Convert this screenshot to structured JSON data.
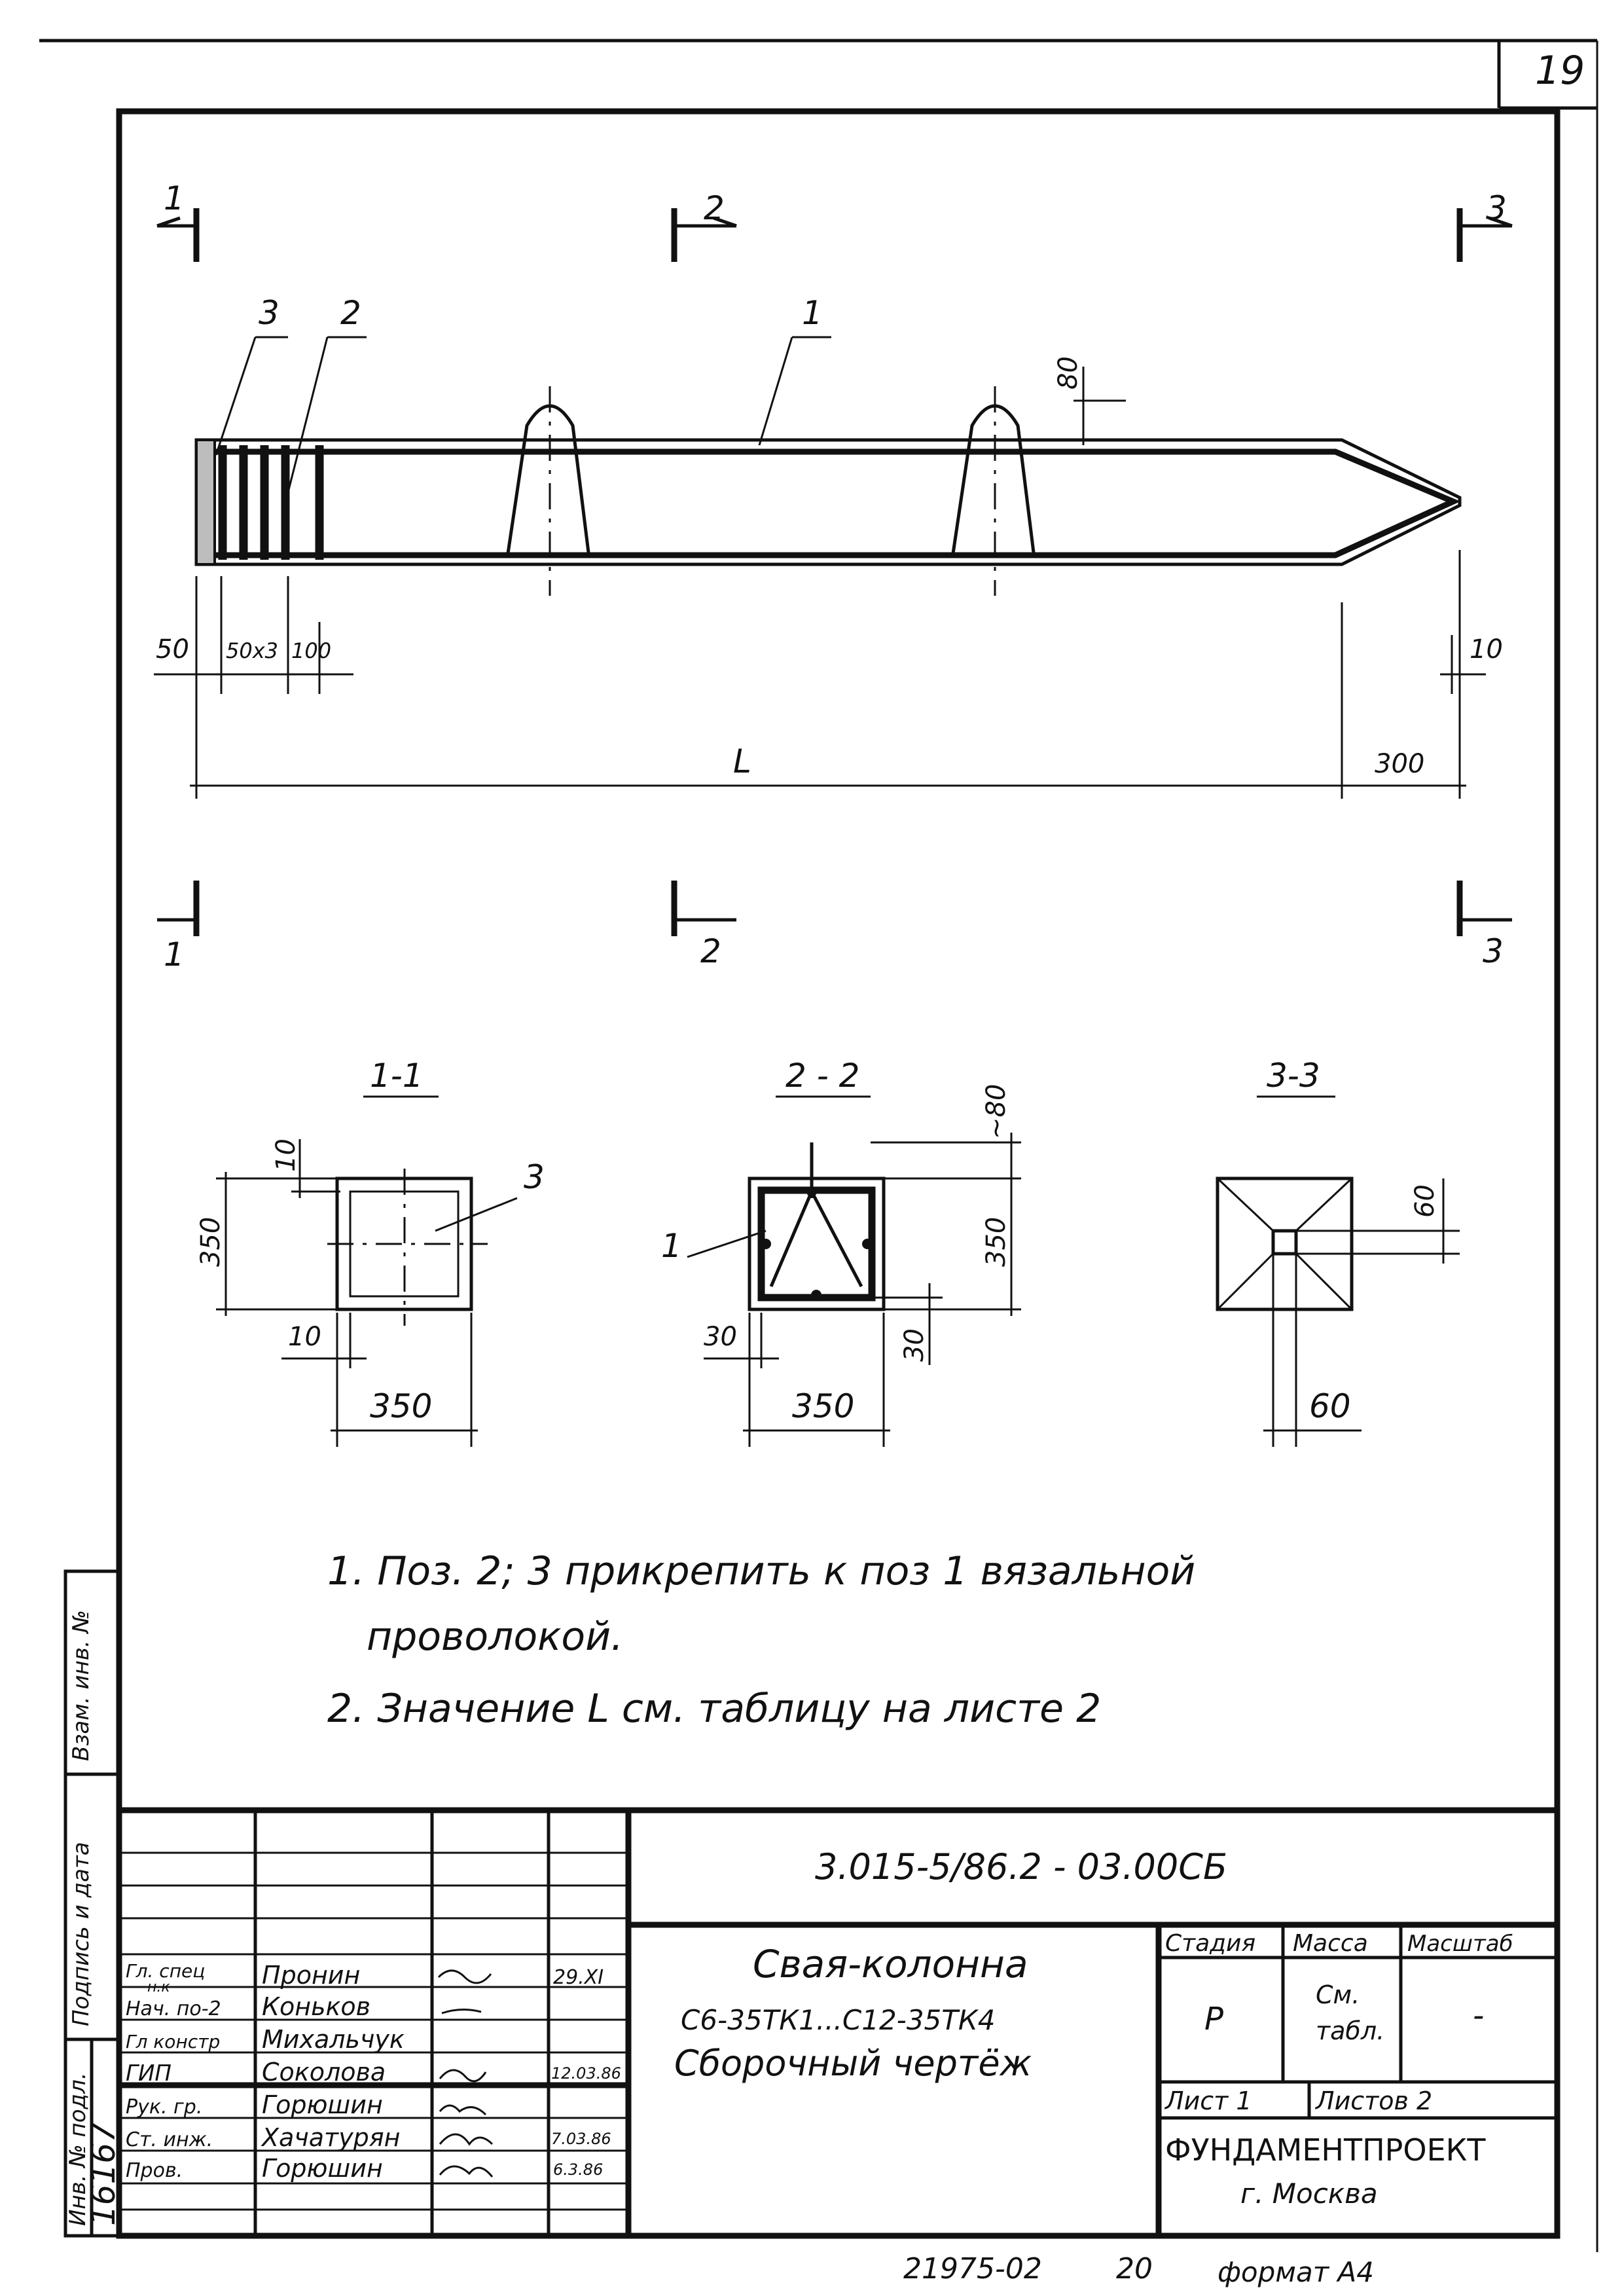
{
  "sheet": {
    "page_number": "19",
    "document_code": "3.015-5/86.2 - 03.00СБ",
    "bottom_number": "21975-02",
    "bottom_sheet": "20",
    "format_label": "формат А4"
  },
  "section_marks": [
    {
      "id": "1",
      "label": "1"
    },
    {
      "id": "2",
      "label": "2"
    },
    {
      "id": "3",
      "label": "3"
    }
  ],
  "elevation": {
    "leaders": [
      "3",
      "2",
      "1"
    ],
    "dims": {
      "top_offset": "80",
      "left_start": "50",
      "spacing": "50x3",
      "gap": "100",
      "length": "L",
      "tip_length": "300",
      "tip_end": "10"
    }
  },
  "sections": {
    "s11": {
      "title": "1-1",
      "leader": "3",
      "d_top": "10",
      "d_side": "350",
      "d_bottom_gap": "10",
      "d_width": "350"
    },
    "s22": {
      "title": "2 - 2",
      "leader": "1",
      "d_top": "~80",
      "d_side": "350",
      "d_cover_v": "30",
      "d_cover_h": "30",
      "d_width": "350"
    },
    "s33": {
      "title": "3-3",
      "d_right": "60",
      "d_bottom": "60"
    }
  },
  "notes": [
    "1. Поз. 2; 3 прикрепить к поз 1 вязальной",
    "проволокой.",
    "2. Значение L см. таблицу на листе 2"
  ],
  "side_stamp": {
    "inv_sub": "Взам. инв. №",
    "sign_date": "Подпись и дата",
    "inv_orig": "Инв. № подл.",
    "inv_value": "16167"
  },
  "title_block": {
    "rows": [
      {
        "role": "Гл. спец",
        "role2": "н.к",
        "name": "Пронин",
        "sign": "",
        "date": "29.XI"
      },
      {
        "role": "Нач. по-2",
        "role2": "",
        "name": "Коньков",
        "sign": "",
        "date": ""
      },
      {
        "role": "Гл констр",
        "role2": "",
        "name": "Михальчук",
        "sign": "",
        "date": ""
      },
      {
        "role": "ГИП",
        "role2": "",
        "name": "Соколова",
        "sign": "",
        "date": "12.03.86"
      },
      {
        "role": "Рук. гр.",
        "role2": "",
        "name": "Горюшин",
        "sign": "",
        "date": ""
      },
      {
        "role": "Ст. инж.",
        "role2": "",
        "name": "Хачатурян",
        "sign": "",
        "date": "7.03.86"
      },
      {
        "role": "Пров.",
        "role2": "",
        "name": "Горюшин",
        "sign": "",
        "date": "6.3.86"
      }
    ],
    "product_title": "Свая-колонна",
    "product_codes": "С6-35ТК1...С12-35ТК4",
    "product_subtitle": "Сборочный чертёж",
    "stage_label": "Стадия",
    "mass_label": "Масса",
    "scale_label": "Масштаб",
    "stage_value": "Р",
    "mass_value_1": "См.",
    "mass_value_2": "табл.",
    "scale_value": "-",
    "sheet_label": "Лист 1",
    "sheets_label": "Листов 2",
    "org_name": "ФУНДАМЕНТПРОЕКТ",
    "org_city": "г. Москва"
  }
}
